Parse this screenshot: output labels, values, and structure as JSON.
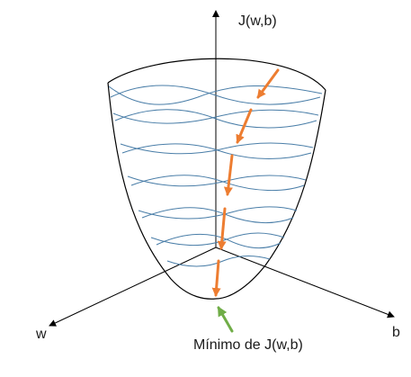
{
  "labels": {
    "vertical_axis": "J(w,b)",
    "w_axis": "w",
    "b_axis": "b",
    "minimum": "Mínimo de  J(w,b)"
  },
  "colors": {
    "axis": "#000000",
    "bowl_outline": "#000000",
    "contour": "#4a7ea8",
    "descent_arrow": "#ed7d31",
    "minimum_arrow": "#70ad47"
  }
}
